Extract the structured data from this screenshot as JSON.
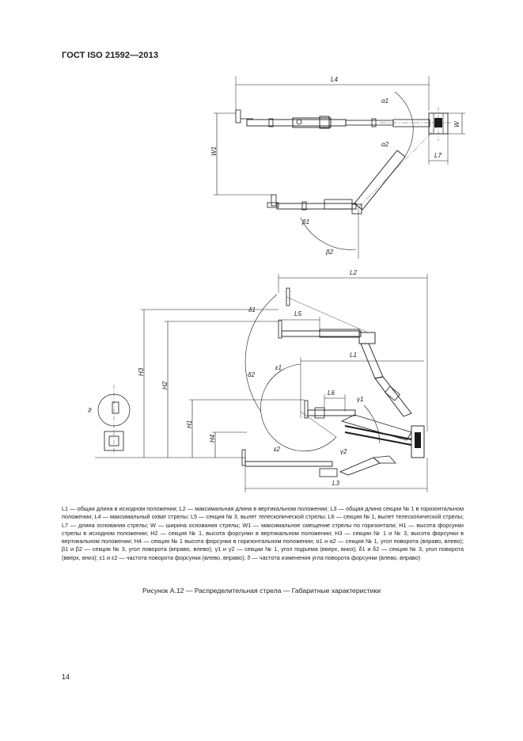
{
  "header": {
    "standard": "ГОСТ ISO 21592—2013"
  },
  "figure": {
    "top_labels": {
      "L4": "L4",
      "W": "W",
      "W1": "W1",
      "L7": "L7",
      "alpha1": "α1",
      "alpha2": "α2",
      "beta1": "β1",
      "beta2": "β2"
    },
    "bottom_labels": {
      "L2": "L2",
      "L1": "L1",
      "L3": "L3",
      "L5": "L5",
      "L6": "L6",
      "H1": "H1",
      "H2": "H2",
      "H3": "H3",
      "H4": "H4",
      "delta1": "δ1",
      "delta2": "δ2",
      "eps1": "ε1",
      "eps2": "ε2",
      "gamma1": "γ1",
      "gamma2": "γ2",
      "theta": "ϑ"
    }
  },
  "legend": {
    "text": "L1 — общая длина в исходном положении; L2 — максимальная длина в вертикальном положении; L3 — общая длина секции № 1 в горизонтальном положении; L4 — максимальный охват стрелы; L5 — секция № 3, вылет телескопической стрелы; L6 — секция № 1, вылет телескопической стрелы; L7 — длина основания стрелы; W — ширина основания стрелы; W1 — максимальное смещение стрелы по горизонтали; H1 — высота форсунки стрелы в исходном положении; H2 — секция № 1, высота форсунки в вертикальном положении; H3 — секции № 1 и № 3, высота форсунки в вертикальном положении; H4 — секция № 1 высота форсунки в горизонтальном положении; α1 и α2 — секция № 1, угол поворота (вправо, влево); β1 и β2 — секция № 3, угол поворота (вправо, влево); γ1 и γ2 — секции № 1, угол подъема (вверх, вниз); δ1 и δ2 — секция № 3, угол поворота (вверх, вниз); ε1 и ε2 — частота поворота форсунки (влево, вправо); ϑ — частота изменения угла поворота форсунки (влево, вправо)"
  },
  "caption": "Рисунок А.12 — Распределительная стрела — Габаритные характеристики",
  "page_number": "14"
}
